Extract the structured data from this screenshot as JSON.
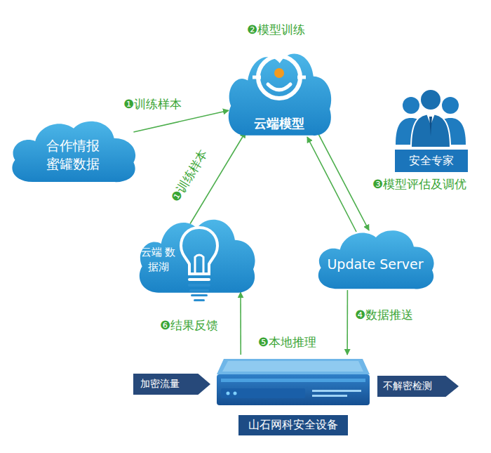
{
  "diagram": {
    "nodes": [
      {
        "text": [
          "合作情报 蜜罐数据"
        ]
      },
      {
        "text": [
          "云端模型"
        ]
      },
      {
        "text": [
          "安全专家"
        ]
      },
      {
        "text": [
          "云端 数据湖"
        ]
      },
      {
        "text": [
          "Update Server"
        ]
      },
      {
        "text": [
          "加密流量"
        ]
      },
      {
        "text": [
          "山石网科安全设备"
        ]
      },
      {
        "text": [
          "不解密检测"
        ]
      }
    ],
    "edges": [
      {
        "from": 0,
        "to": 1,
        "label": "❶训练样本",
        "arrow": "to"
      },
      {
        "from": 3,
        "to": 1,
        "label": "❶训练样本",
        "arrow": "to"
      },
      {
        "from": 1,
        "to": 4,
        "label": "❸模型评估及调优",
        "arrow": "to"
      },
      {
        "from": 4,
        "to": 1,
        "arrow": "to"
      },
      {
        "from": 4,
        "to": 6,
        "label": "❹数据推送",
        "arrow": "to"
      },
      {
        "from": 6,
        "to": 3,
        "label": "❻结果反馈",
        "arrow": "to"
      }
    ],
    "labels": [
      "❷模型训练",
      "❺本地推理"
    ]
  }
}
